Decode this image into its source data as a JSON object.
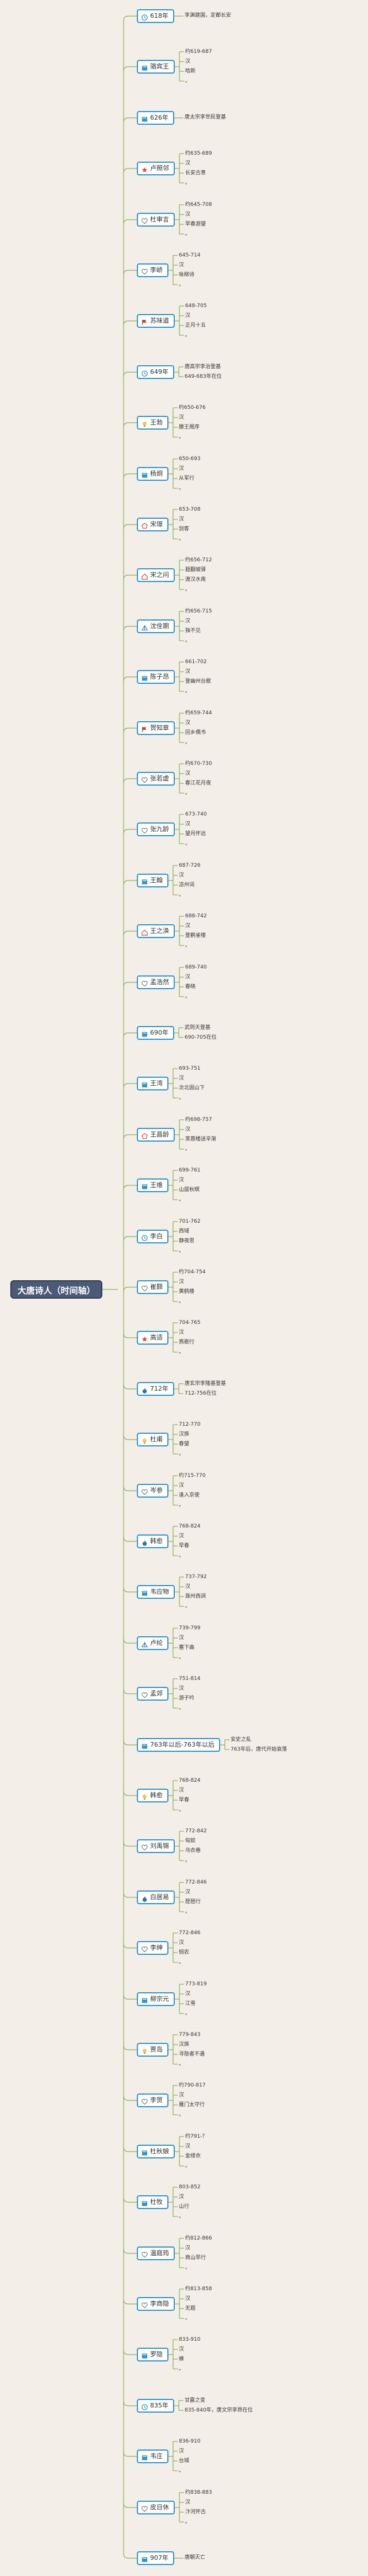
{
  "root": {
    "label": "大唐诗人（时间轴）"
  },
  "colors": {
    "line": "#8fae55",
    "node_border": "#2c96cf",
    "root_bg": "#4a5a77"
  },
  "poets": [
    {
      "name": "618年",
      "icon": "clock-icon",
      "details": [
        "李渊建国，定都长安"
      ]
    },
    {
      "name": "骆宾王",
      "icon": "book-icon",
      "details": [
        "约619-687",
        "汉",
        "哈新",
        "。"
      ]
    },
    {
      "name": "626年",
      "icon": "book-icon",
      "details": [
        "唐太宗李世民登基"
      ]
    },
    {
      "name": "卢照邻",
      "icon": "star-icon",
      "details": [
        "约635-689",
        "汉",
        "长安古意",
        "。"
      ]
    },
    {
      "name": "杜审言",
      "icon": "heart-icon",
      "details": [
        "约645-708",
        "汉",
        "早春游望",
        "。"
      ]
    },
    {
      "name": "李峤",
      "icon": "heart-icon",
      "details": [
        "645-714",
        "汉",
        "咏柳诗",
        "。"
      ]
    },
    {
      "name": "苏味道",
      "icon": "flag-icon",
      "details": [
        "648-705",
        "汉",
        "正月十五",
        "。"
      ]
    },
    {
      "name": "649年",
      "icon": "clock-icon",
      "details": [
        "唐高宗李治登基",
        "649-683年在位"
      ]
    },
    {
      "name": "王勃",
      "icon": "bulb-icon",
      "details": [
        "约650-676",
        "汉",
        "滕王阁序",
        "。"
      ]
    },
    {
      "name": "杨炯",
      "icon": "book-icon",
      "details": [
        "650-693",
        "汉",
        "从军行",
        "。"
      ]
    },
    {
      "name": "宋璟",
      "icon": "pentagon-icon",
      "details": [
        "653-708",
        "汉",
        "剑客",
        "。"
      ]
    },
    {
      "name": "宋之问",
      "icon": "house-icon",
      "details": [
        "约656-712",
        "题翻坡驿",
        "渡汉水南",
        "。"
      ]
    },
    {
      "name": "沈佺期",
      "icon": "tent-icon",
      "details": [
        "约656-715",
        "汉",
        "独不见",
        "。"
      ]
    },
    {
      "name": "陈子昂",
      "icon": "book-icon",
      "details": [
        "661-702",
        "汉",
        "登幽州台歌",
        "。"
      ]
    },
    {
      "name": "贺知章",
      "icon": "flag-icon",
      "details": [
        "约659-744",
        "汉",
        "回乡偶书",
        "。"
      ]
    },
    {
      "name": "张若虚",
      "icon": "heart-icon",
      "details": [
        "约670-730",
        "汉",
        "春江花月夜",
        "。"
      ]
    },
    {
      "name": "张九龄",
      "icon": "heart-icon",
      "details": [
        "673-740",
        "汉",
        "望月怀远",
        "。"
      ]
    },
    {
      "name": "王翰",
      "icon": "book-icon",
      "details": [
        "687-726",
        "汉",
        "凉州词",
        "。"
      ]
    },
    {
      "name": "王之涣",
      "icon": "house-icon",
      "details": [
        "688-742",
        "汉",
        "登鹳雀楼",
        "。"
      ]
    },
    {
      "name": "孟浩然",
      "icon": "heart-icon",
      "details": [
        "689-740",
        "汉",
        "春晓",
        "。"
      ]
    },
    {
      "name": "690年",
      "icon": "book-icon",
      "details": [
        "武则天登基",
        "690-705在位"
      ]
    },
    {
      "name": "王湾",
      "icon": "book-icon",
      "details": [
        "693-751",
        "汉",
        "次北固山下",
        "。"
      ]
    },
    {
      "name": "王昌龄",
      "icon": "pentagon-icon",
      "details": [
        "约698-757",
        "汉",
        "芙蓉楼送辛渐",
        "。"
      ]
    },
    {
      "name": "王维",
      "icon": "book-icon",
      "details": [
        "699-761",
        "汉",
        "山居秋暝",
        "。"
      ]
    },
    {
      "name": "李白",
      "icon": "clock-icon",
      "details": [
        "701-762",
        "西域",
        "静夜思",
        "。"
      ]
    },
    {
      "name": "崔颢",
      "icon": "heart-icon",
      "details": [
        "约704-754",
        "汉",
        "黄鹤楼",
        "。"
      ]
    },
    {
      "name": "高适",
      "icon": "star-icon",
      "details": [
        "704-765",
        "汉",
        "燕歌行",
        "。"
      ]
    },
    {
      "name": "712年",
      "icon": "flame-icon",
      "details": [
        "唐玄宗李隆基登基",
        "712-756在位"
      ]
    },
    {
      "name": "杜甫",
      "icon": "bulb-icon",
      "details": [
        "712-770",
        "汉族",
        "春望",
        "。"
      ]
    },
    {
      "name": "岑参",
      "icon": "heart-icon",
      "details": [
        "约715-770",
        "汉",
        "逢入京使",
        "。"
      ]
    },
    {
      "name": "韩愈",
      "icon": "flame-icon",
      "details": [
        "768-824",
        "汉",
        "早春",
        "。"
      ]
    },
    {
      "name": "韦应物",
      "icon": "book-icon",
      "details": [
        "737-792",
        "汉",
        "滁州西涧",
        "。"
      ]
    },
    {
      "name": "卢纶",
      "icon": "tent-icon",
      "details": [
        "739-799",
        "汉",
        "塞下曲",
        "。"
      ]
    },
    {
      "name": "孟郊",
      "icon": "heart-icon",
      "details": [
        "751-814",
        "汉",
        "游子吟",
        "。"
      ]
    },
    {
      "name": "763年以后-763年以后",
      "icon": "book-icon",
      "details": [
        "安史之乱",
        "763年后，唐代开始衰落"
      ]
    },
    {
      "name": "韩愈",
      "icon": "bulb-icon",
      "details": [
        "768-824",
        "汉",
        "早春",
        "。"
      ]
    },
    {
      "name": "刘禹锡",
      "icon": "heart-icon",
      "details": [
        "772-842",
        "匈奴",
        "乌衣巷",
        "。"
      ]
    },
    {
      "name": "白居易",
      "icon": "flame-icon",
      "details": [
        "772-846",
        "汉",
        "琵琶行",
        "。"
      ]
    },
    {
      "name": "李绅",
      "icon": "heart-icon",
      "details": [
        "772-846",
        "汉",
        "悯农",
        "。"
      ]
    },
    {
      "name": "柳宗元",
      "icon": "book-icon",
      "details": [
        "773-819",
        "汉",
        "江雪",
        "。"
      ]
    },
    {
      "name": "贾岛",
      "icon": "bulb-icon",
      "details": [
        "779-843",
        "汉族",
        "寻隐者不遇",
        "。"
      ]
    },
    {
      "name": "李贺",
      "icon": "heart-icon",
      "details": [
        "约790-817",
        "汉",
        "雁门太守行",
        "。"
      ]
    },
    {
      "name": "杜秋娘",
      "icon": "book-icon",
      "details": [
        "约791-？",
        "汉",
        "金缕衣",
        "。"
      ]
    },
    {
      "name": "杜牧",
      "icon": "book-icon",
      "details": [
        "803-852",
        "汉",
        "山行",
        "。"
      ]
    },
    {
      "name": "温庭筠",
      "icon": "heart-icon",
      "details": [
        "约812-866",
        "汉",
        "商山早行",
        "。"
      ]
    },
    {
      "name": "李商隐",
      "icon": "heart-icon",
      "details": [
        "约813-858",
        "汉",
        "无题",
        "。"
      ]
    },
    {
      "name": "罗隐",
      "icon": "book-icon",
      "details": [
        "833-910",
        "汉",
        "蜂",
        "。"
      ]
    },
    {
      "name": "835年",
      "icon": "clock-icon",
      "details": [
        "甘露之变",
        "835-840年，唐文宗李昂在位"
      ]
    },
    {
      "name": "韦庄",
      "icon": "book-icon",
      "details": [
        "836-910",
        "汉",
        "台城",
        "。"
      ]
    },
    {
      "name": "皮日休",
      "icon": "heart-icon",
      "details": [
        "约838-883",
        "汉",
        "汴河怀古",
        "。"
      ]
    },
    {
      "name": "907年",
      "icon": "book-icon",
      "details": [
        "唐朝灭亡"
      ]
    }
  ]
}
